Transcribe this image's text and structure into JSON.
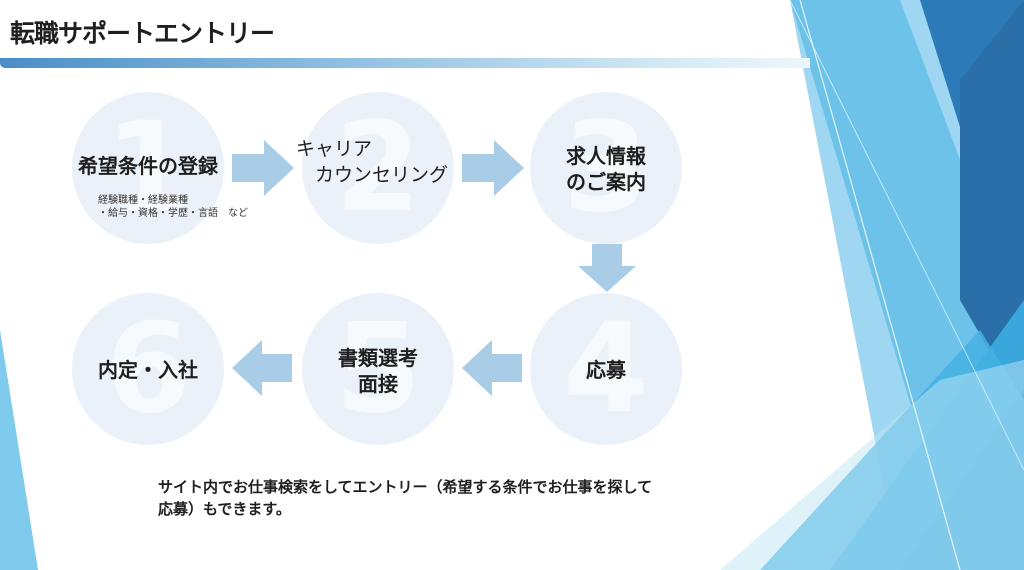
{
  "title": "転職サポートエントリー",
  "steps": [
    {
      "number": "1",
      "label": "希望条件の登録",
      "note": "経験職種・経験業種\n・給与・資格・学歴・言語　など"
    },
    {
      "number": "2",
      "label": "キャリア\n　カウンセリング"
    },
    {
      "number": "3",
      "label": "求人情報\nのご案内"
    },
    {
      "number": "4",
      "label": "応募"
    },
    {
      "number": "5",
      "label": "書類選考\n面接"
    },
    {
      "number": "6",
      "label": "内定・入社"
    }
  ],
  "footer": "サイト内でお仕事検索をしてエントリー（希望する条件でお仕事を探して応募）もできます。",
  "colors": {
    "arrow": "#a9cde6",
    "circle": "#eaf1f8",
    "accent_dark": "#1f5f99",
    "accent_light": "#7ecbee"
  }
}
